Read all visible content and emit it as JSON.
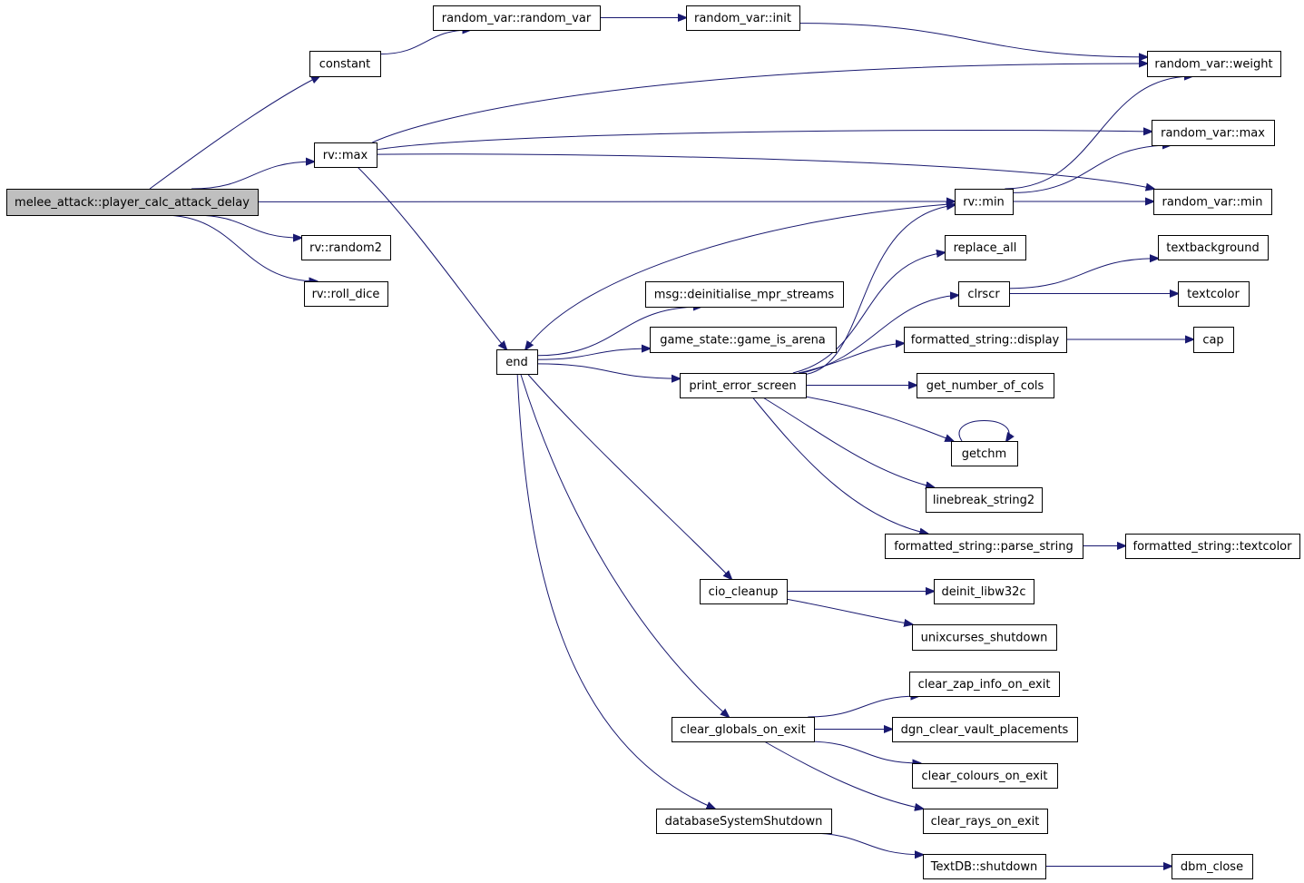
{
  "graph": {
    "edge_color": "#191970",
    "root_fill": "#bfbfbf",
    "node_fill": "#ffffff",
    "nodes": [
      {
        "id": "player_calc_attack_delay",
        "label": "melee_attack::player_calc_attack_delay",
        "root": true
      },
      {
        "id": "constant",
        "label": "constant"
      },
      {
        "id": "rv_max",
        "label": "rv::max"
      },
      {
        "id": "rv_random2",
        "label": "rv::random2"
      },
      {
        "id": "rv_roll_dice",
        "label": "rv::roll_dice"
      },
      {
        "id": "rv_ctor",
        "label": "random_var::random_var"
      },
      {
        "id": "rv_init",
        "label": "random_var::init"
      },
      {
        "id": "rv_weight",
        "label": "random_var::weight"
      },
      {
        "id": "rvar_max",
        "label": "random_var::max"
      },
      {
        "id": "rvar_min",
        "label": "random_var::min"
      },
      {
        "id": "rv_min",
        "label": "rv::min"
      },
      {
        "id": "end",
        "label": "end"
      },
      {
        "id": "replace_all",
        "label": "replace_all"
      },
      {
        "id": "clrscr",
        "label": "clrscr"
      },
      {
        "id": "textbackground",
        "label": "textbackground"
      },
      {
        "id": "textcolor",
        "label": "textcolor"
      },
      {
        "id": "deinit_mpr",
        "label": "msg::deinitialise_mpr_streams"
      },
      {
        "id": "game_is_arena",
        "label": "game_state::game_is_arena"
      },
      {
        "id": "print_error_screen",
        "label": "print_error_screen"
      },
      {
        "id": "fs_display",
        "label": "formatted_string::display"
      },
      {
        "id": "cap",
        "label": "cap"
      },
      {
        "id": "get_number_of_cols",
        "label": "get_number_of_cols"
      },
      {
        "id": "getchm",
        "label": "getchm"
      },
      {
        "id": "linebreak_string2",
        "label": "linebreak_string2"
      },
      {
        "id": "fs_parse_string",
        "label": "formatted_string::parse_string"
      },
      {
        "id": "fs_textcolor",
        "label": "formatted_string::textcolor"
      },
      {
        "id": "cio_cleanup",
        "label": "cio_cleanup"
      },
      {
        "id": "deinit_libw32c",
        "label": "deinit_libw32c"
      },
      {
        "id": "unixcurses_shutdown",
        "label": "unixcurses_shutdown"
      },
      {
        "id": "clear_globals_on_exit",
        "label": "clear_globals_on_exit"
      },
      {
        "id": "clear_zap_info_on_exit",
        "label": "clear_zap_info_on_exit"
      },
      {
        "id": "dgn_clear_vault_placements",
        "label": "dgn_clear_vault_placements"
      },
      {
        "id": "clear_colours_on_exit",
        "label": "clear_colours_on_exit"
      },
      {
        "id": "clear_rays_on_exit",
        "label": "clear_rays_on_exit"
      },
      {
        "id": "databaseSystemShutdown",
        "label": "databaseSystemShutdown"
      },
      {
        "id": "textdb_shutdown",
        "label": "TextDB::shutdown"
      },
      {
        "id": "dbm_close",
        "label": "dbm_close"
      }
    ],
    "edges": [
      {
        "from": "player_calc_attack_delay",
        "to": "constant"
      },
      {
        "from": "player_calc_attack_delay",
        "to": "rv_max"
      },
      {
        "from": "player_calc_attack_delay",
        "to": "rv_min"
      },
      {
        "from": "player_calc_attack_delay",
        "to": "rv_random2"
      },
      {
        "from": "player_calc_attack_delay",
        "to": "rv_roll_dice"
      },
      {
        "from": "constant",
        "to": "rv_ctor"
      },
      {
        "from": "rv_ctor",
        "to": "rv_init"
      },
      {
        "from": "rv_init",
        "to": "rv_weight"
      },
      {
        "from": "rv_max",
        "to": "rv_weight"
      },
      {
        "from": "rv_max",
        "to": "rvar_max"
      },
      {
        "from": "rv_max",
        "to": "rvar_min"
      },
      {
        "from": "rv_max",
        "to": "end"
      },
      {
        "from": "rv_min",
        "to": "rv_weight"
      },
      {
        "from": "rv_min",
        "to": "rvar_max"
      },
      {
        "from": "rv_min",
        "to": "rvar_min"
      },
      {
        "from": "rv_min",
        "to": "end"
      },
      {
        "from": "end",
        "to": "deinit_mpr"
      },
      {
        "from": "end",
        "to": "game_is_arena"
      },
      {
        "from": "end",
        "to": "print_error_screen"
      },
      {
        "from": "end",
        "to": "cio_cleanup"
      },
      {
        "from": "end",
        "to": "clear_globals_on_exit"
      },
      {
        "from": "end",
        "to": "databaseSystemShutdown"
      },
      {
        "from": "print_error_screen",
        "to": "rv_min"
      },
      {
        "from": "print_error_screen",
        "to": "replace_all"
      },
      {
        "from": "print_error_screen",
        "to": "clrscr"
      },
      {
        "from": "print_error_screen",
        "to": "fs_display"
      },
      {
        "from": "print_error_screen",
        "to": "get_number_of_cols"
      },
      {
        "from": "print_error_screen",
        "to": "getchm"
      },
      {
        "from": "print_error_screen",
        "to": "linebreak_string2"
      },
      {
        "from": "print_error_screen",
        "to": "fs_parse_string"
      },
      {
        "from": "clrscr",
        "to": "textbackground"
      },
      {
        "from": "clrscr",
        "to": "textcolor"
      },
      {
        "from": "fs_display",
        "to": "cap"
      },
      {
        "from": "getchm",
        "to": "getchm"
      },
      {
        "from": "fs_parse_string",
        "to": "fs_textcolor"
      },
      {
        "from": "cio_cleanup",
        "to": "deinit_libw32c"
      },
      {
        "from": "cio_cleanup",
        "to": "unixcurses_shutdown"
      },
      {
        "from": "clear_globals_on_exit",
        "to": "clear_zap_info_on_exit"
      },
      {
        "from": "clear_globals_on_exit",
        "to": "dgn_clear_vault_placements"
      },
      {
        "from": "clear_globals_on_exit",
        "to": "clear_colours_on_exit"
      },
      {
        "from": "clear_globals_on_exit",
        "to": "clear_rays_on_exit"
      },
      {
        "from": "databaseSystemShutdown",
        "to": "textdb_shutdown"
      },
      {
        "from": "textdb_shutdown",
        "to": "dbm_close"
      }
    ]
  }
}
